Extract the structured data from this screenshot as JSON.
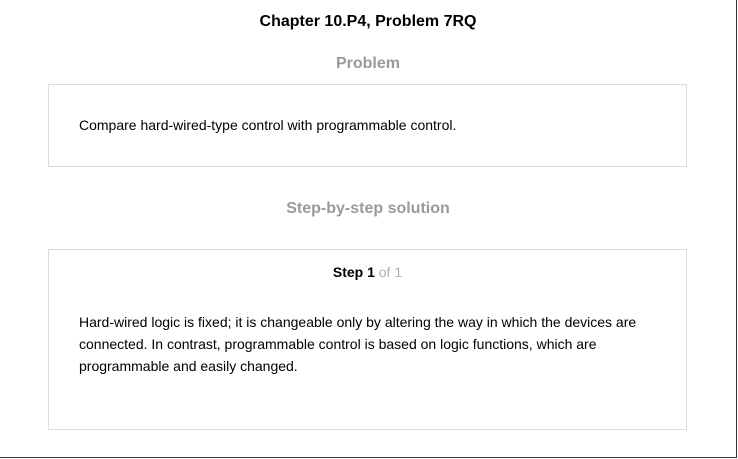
{
  "header": {
    "chapter_title": "Chapter 10.P4, Problem 7RQ"
  },
  "problem": {
    "heading": "Problem",
    "text": "Compare hard-wired-type control with programmable control."
  },
  "solution": {
    "heading": "Step-by-step solution",
    "step_label": "Step 1",
    "step_of": "of 1",
    "text": "Hard-wired logic is fixed; it is changeable only by altering the way in which the devices are connected. In contrast, programmable control is based on logic functions, which are programmable and easily changed."
  }
}
